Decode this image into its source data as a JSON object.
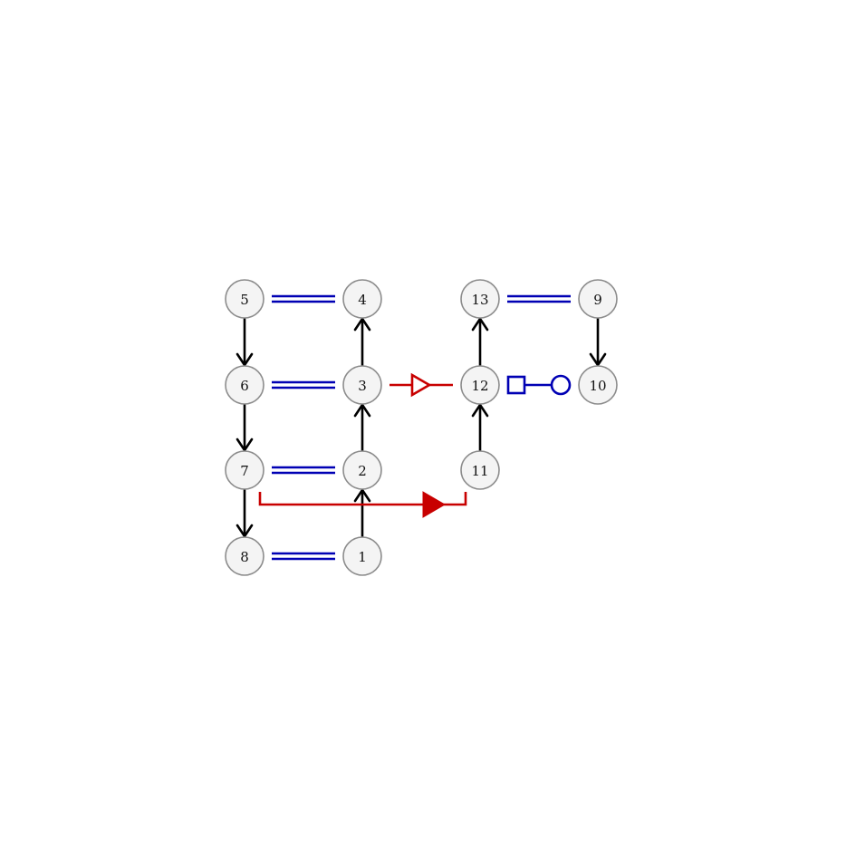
{
  "diagram": {
    "colors": {
      "directed": "#000000",
      "equality": "#0000b4",
      "red_link": "#c80000",
      "node_fill": "#f4f4f4",
      "node_stroke": "#8c8c8c",
      "background": "#ffffff"
    },
    "nodes": [
      {
        "id": "1",
        "label": "1"
      },
      {
        "id": "2",
        "label": "2"
      },
      {
        "id": "3",
        "label": "3"
      },
      {
        "id": "4",
        "label": "4"
      },
      {
        "id": "5",
        "label": "5"
      },
      {
        "id": "6",
        "label": "6"
      },
      {
        "id": "7",
        "label": "7"
      },
      {
        "id": "8",
        "label": "8"
      },
      {
        "id": "9",
        "label": "9"
      },
      {
        "id": "10",
        "label": "10"
      },
      {
        "id": "11",
        "label": "11"
      },
      {
        "id": "12",
        "label": "12"
      },
      {
        "id": "13",
        "label": "13"
      }
    ],
    "directed_edges": [
      {
        "from": "5",
        "to": "6"
      },
      {
        "from": "6",
        "to": "7"
      },
      {
        "from": "7",
        "to": "8"
      },
      {
        "from": "1",
        "to": "2"
      },
      {
        "from": "2",
        "to": "3"
      },
      {
        "from": "3",
        "to": "4"
      },
      {
        "from": "11",
        "to": "12"
      },
      {
        "from": "12",
        "to": "13"
      },
      {
        "from": "9",
        "to": "10"
      }
    ],
    "double_edges": [
      {
        "a": "5",
        "b": "4"
      },
      {
        "a": "6",
        "b": "3"
      },
      {
        "a": "7",
        "b": "2"
      },
      {
        "a": "8",
        "b": "1"
      },
      {
        "a": "13",
        "b": "9"
      }
    ],
    "special_edges": [
      {
        "from": "3",
        "to": "12",
        "style": "open-triangle",
        "color": "red_link"
      },
      {
        "from": "12",
        "to": "10",
        "style": "square-circle",
        "color": "equality"
      },
      {
        "from": "7",
        "to": "11",
        "style": "bracket-filled-triangle",
        "color": "red_link"
      }
    ]
  }
}
